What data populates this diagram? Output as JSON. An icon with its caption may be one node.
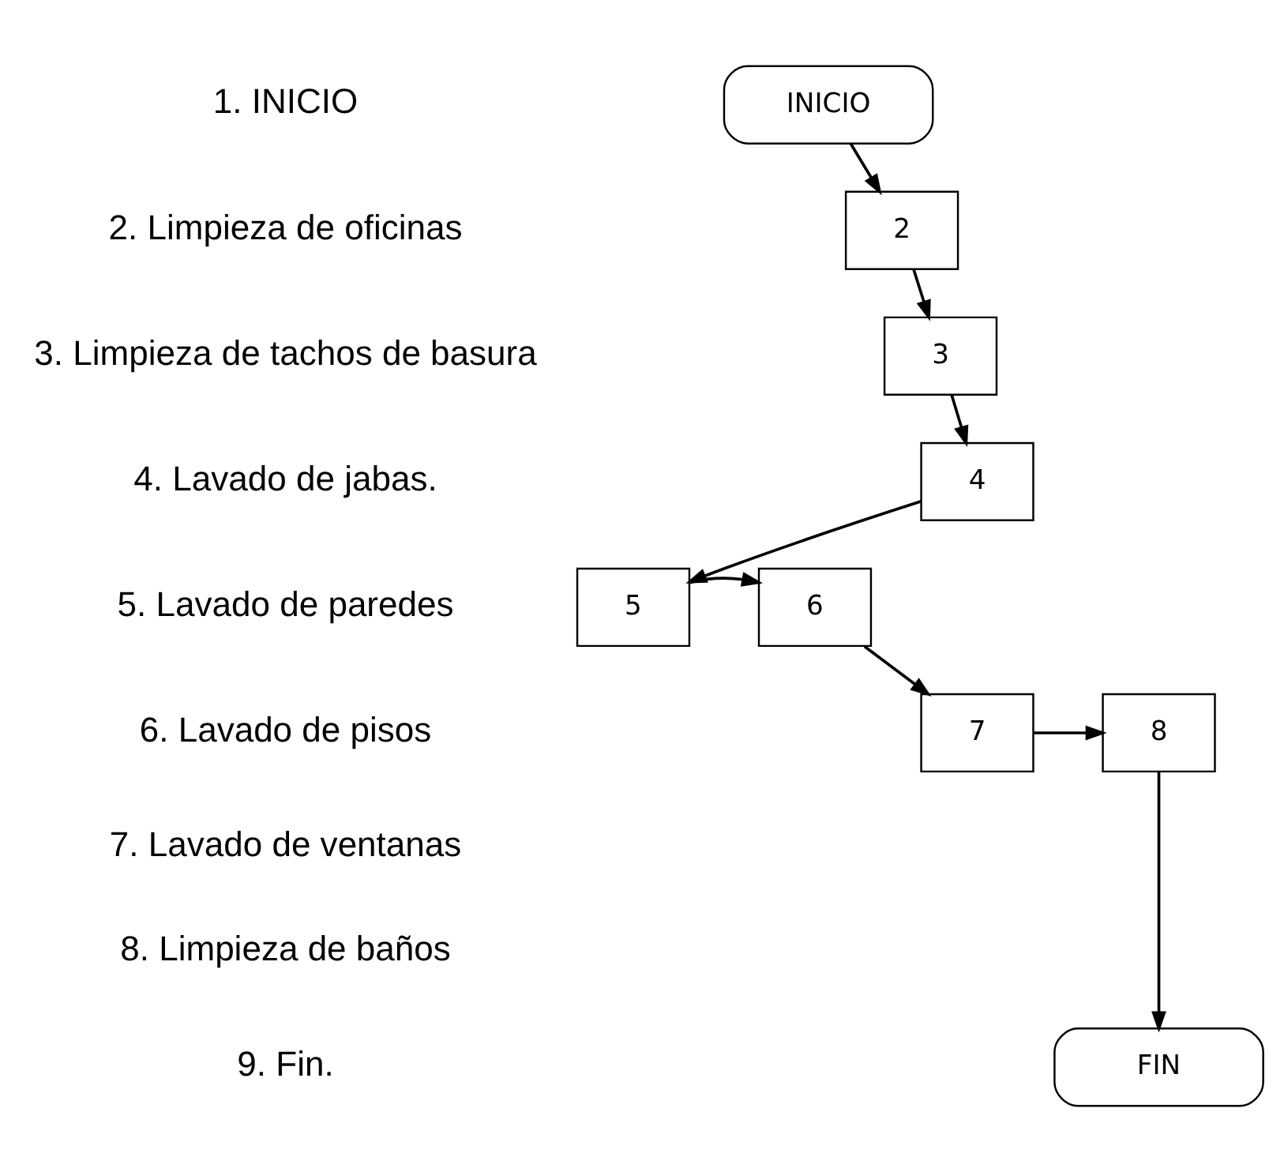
{
  "diagram": {
    "nodes": [
      {
        "text": [
          "INICIO"
        ]
      },
      {
        "text": [
          "2"
        ]
      },
      {
        "text": [
          "3"
        ]
      },
      {
        "text": [
          "4"
        ]
      },
      {
        "text": [
          "5"
        ]
      },
      {
        "text": [
          "6"
        ]
      },
      {
        "text": [
          "7"
        ]
      },
      {
        "text": [
          "8"
        ]
      },
      {
        "text": [
          "FIN"
        ]
      }
    ],
    "edges": [
      {
        "from": 0,
        "to": 1,
        "arrow": "to"
      },
      {
        "from": 1,
        "to": 2,
        "arrow": "to"
      },
      {
        "from": 2,
        "to": 3,
        "arrow": "to"
      },
      {
        "from": 3,
        "to": 4,
        "arrow": "to"
      },
      {
        "from": 4,
        "to": 5,
        "arrow": "to"
      },
      {
        "from": 5,
        "to": 6,
        "arrow": "to"
      },
      {
        "from": 6,
        "to": 7,
        "arrow": "to"
      },
      {
        "from": 7,
        "to": 8,
        "arrow": "to"
      }
    ],
    "labels": [
      "1. INICIO",
      "2. Limpieza de oficinas",
      "3. Limpieza de tachos de basura",
      "4. Lavado de jabas.",
      "5. Lavado de paredes",
      "6. Lavado de pisos",
      "7. Lavado de ventanas",
      "8. Limpieza de baños",
      "9. Fin."
    ]
  }
}
